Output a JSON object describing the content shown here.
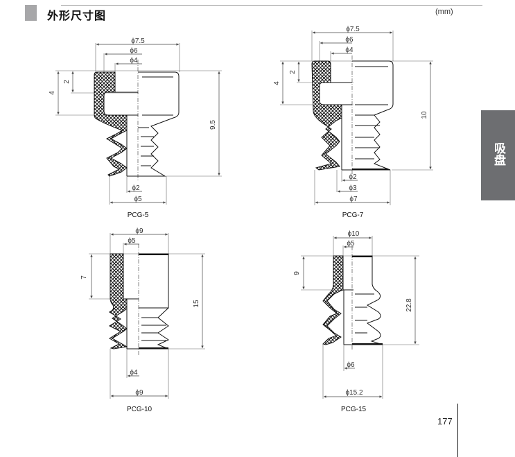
{
  "header": {
    "title": "外形尺寸图",
    "unit": "(mm)"
  },
  "side_tab": {
    "label": "吸盘"
  },
  "page_number": "177",
  "colors": {
    "title_block": "#a7a7a9",
    "side_tab": "#6d6e71",
    "line": "#111111",
    "dim_line": "#555555"
  },
  "drawings": [
    {
      "model": "PCG-5",
      "top_dims": [
        "ϕ7.5",
        "ϕ6",
        "ϕ4"
      ],
      "bottom_dims": [
        "ϕ2",
        "ϕ5"
      ],
      "left_dims": [
        "4",
        "2"
      ],
      "right_dim": "9.5"
    },
    {
      "model": "PCG-7",
      "top_dims": [
        "ϕ7.5",
        "ϕ6",
        "ϕ4"
      ],
      "bottom_dims": [
        "ϕ2",
        "ϕ3",
        "ϕ7"
      ],
      "left_dims": [
        "4",
        "2"
      ],
      "right_dim": "10"
    },
    {
      "model": "PCG-10",
      "top_dims": [
        "ϕ9",
        "ϕ5"
      ],
      "bottom_dims": [
        "ϕ4",
        "ϕ9"
      ],
      "left_dims": [
        "7"
      ],
      "right_dim": "15"
    },
    {
      "model": "PCG-15",
      "top_dims": [
        "ϕ10",
        "ϕ5"
      ],
      "bottom_dims": [
        "ϕ6",
        "ϕ15.2"
      ],
      "left_dims": [
        "9"
      ],
      "right_dim": "22.8"
    }
  ]
}
